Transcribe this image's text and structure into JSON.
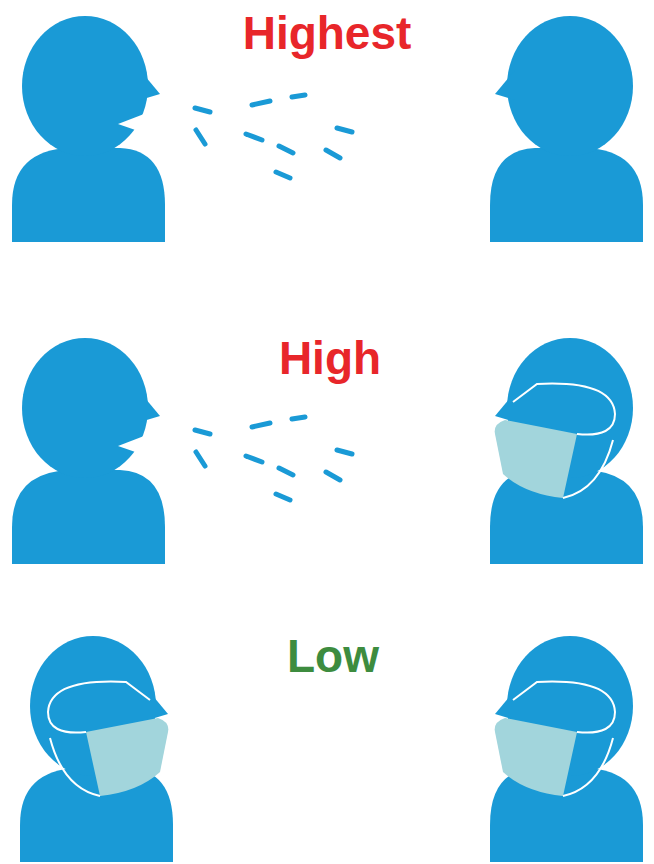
{
  "diagram": {
    "labels": [
      "Highest",
      "High",
      "Low"
    ]
  }
}
